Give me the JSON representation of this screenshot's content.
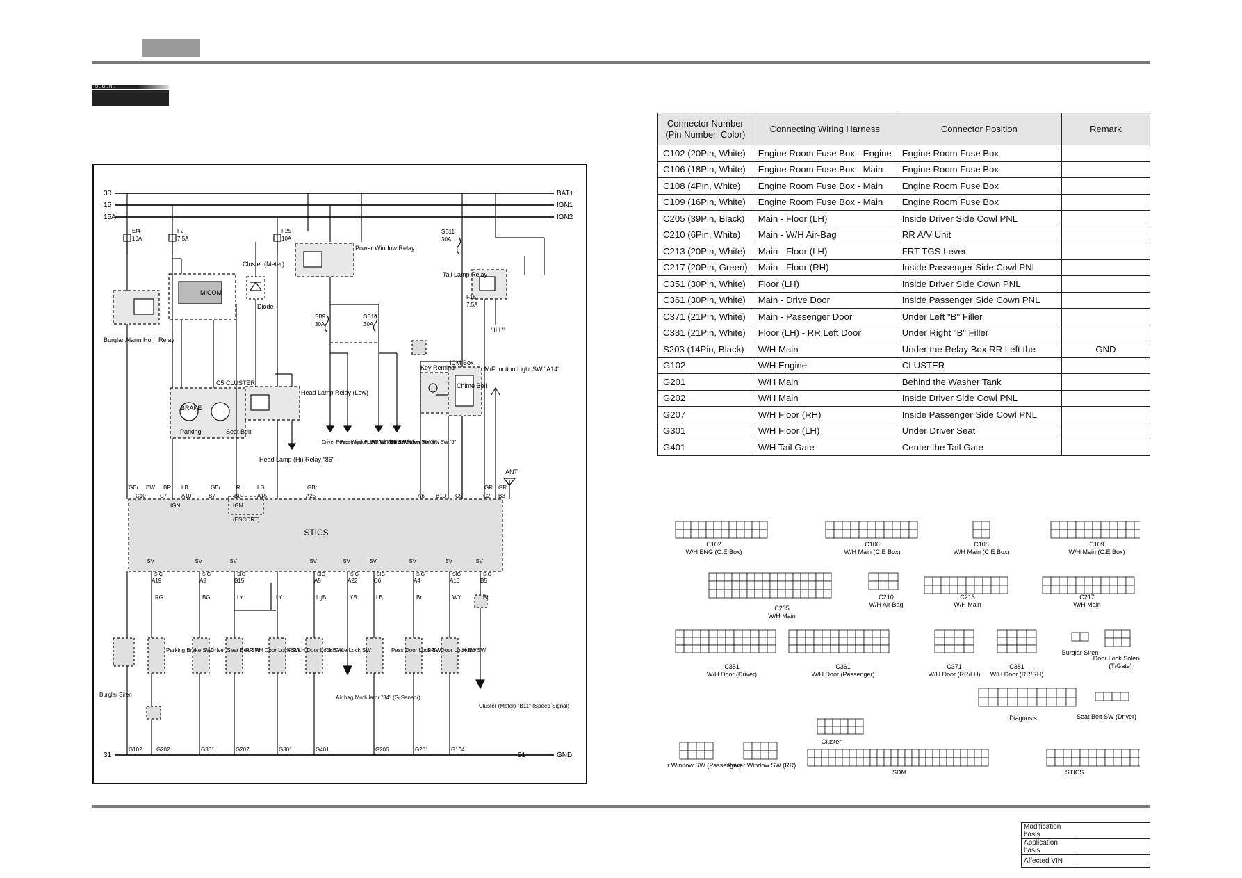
{
  "diagram": {
    "rails": [
      {
        "left": "30",
        "right": "BAT+"
      },
      {
        "left": "15",
        "right": "IGN1"
      },
      {
        "left": "15A",
        "right": "IGN2"
      }
    ],
    "fuses": [
      {
        "name": "Ef4",
        "rating": "10A"
      },
      {
        "name": "F2",
        "rating": "7.5A"
      },
      {
        "name": "F25",
        "rating": "10A"
      },
      {
        "name": "SB11",
        "rating": "30A"
      },
      {
        "name": "F15",
        "rating": "7.5A"
      },
      {
        "name": "SB9",
        "rating": "30A"
      },
      {
        "name": "SB10",
        "rating": "30A"
      }
    ],
    "labels": {
      "cluster_meter": "Cluster (Meter)",
      "micom": "MICOM",
      "power_window_relay": "Power Window Relay",
      "tail_lamp_relay": "Tail Lamp Relay",
      "burglar_alarm_horn_relay": "Burglar Alarm Horn Relay",
      "head_lamp_relay_low": "Head Lamp Relay (Low)",
      "head_lamp_hi_relay": "Head Lamp (Hi) Relay \"86\"",
      "diode": "Diode",
      "key_remind": "Key Remind",
      "icm_box": "ICM Box",
      "chime_bell": "Chime Bell",
      "mfunction_sw": "M/Function Light SW \"A14\"",
      "ill": "\"ILL\"",
      "ant": "ANT",
      "stics": "STICS",
      "ign": "IGN",
      "escort": "(ESCORT)",
      "gnd": "GND",
      "rail31": "31",
      "brake": "BRAKE",
      "parking": "Parking",
      "seat_belt": "Seat Belt",
      "c5_cluster": "C5 CLUSTER"
    },
    "switches": [
      "Driver Power Window SW \"15\" \"16\"",
      "Passenger Power Window SW \"6\"",
      "RR LH Power Window SW \"6\"",
      "RR RH Power Window SW \"6\""
    ],
    "bottom_devices": [
      "Burglar Siren",
      "Parking Brake SW",
      "Driver Seat Belt SW",
      "RR RH Door Lock SW",
      "RR LH Door Lock SW",
      "Tail Gate Lock SW",
      "Air bag Modulator \"34\" (G-Sensor)",
      "Pass Door Lock SW",
      "DRV Door Lock SW",
      "Hood SW",
      "Cluster (Meter) \"B11\" (Speed Signal)"
    ],
    "grounds": [
      "G102",
      "G202",
      "G301",
      "G207",
      "G301",
      "G401",
      "G206",
      "G201",
      "G104"
    ],
    "wire_colors_top": [
      "GBr",
      "BW",
      "BR",
      "LB",
      "GBr",
      "R",
      "LG",
      "GBr",
      "GR",
      "GR"
    ],
    "stics_pins_top": [
      "C10",
      "C7",
      "A10",
      "B7",
      "B9",
      "A15",
      "A25",
      "A6",
      "B10",
      "C5",
      "C2",
      "B3"
    ],
    "stics_pins_bottom": [
      "A19",
      "A8",
      "B15",
      "A5",
      "A22",
      "C6",
      "A4",
      "A16",
      "B5"
    ],
    "wire_colors_bottom": [
      "RG",
      "BG",
      "LY",
      "LY",
      "LgB",
      "YB",
      "LB",
      "Br",
      "WY",
      "Br"
    ],
    "vref": "5V",
    "sig": "SIG"
  },
  "table": {
    "headers": [
      "Connector Number (Pin Number, Color)",
      "Connecting Wiring Harness",
      "Connector Position",
      "Remark"
    ],
    "rows": [
      [
        "C102 (20Pin, White)",
        "Engine Room Fuse Box - Engine",
        "Engine Room Fuse Box",
        ""
      ],
      [
        "C106 (18Pin, White)",
        "Engine Room Fuse Box - Main",
        "Engine Room Fuse Box",
        ""
      ],
      [
        "C108 (4Pin, White)",
        "Engine Room Fuse Box - Main",
        "Engine Room Fuse Box",
        ""
      ],
      [
        "C109 (16Pin, White)",
        "Engine Room Fuse Box - Main",
        "Engine Room Fuse Box",
        ""
      ],
      [
        "C205 (39Pin, Black)",
        "Main - Floor (LH)",
        "Inside Driver Side Cowl PNL",
        ""
      ],
      [
        "C210 (6Pin, White)",
        "Main - W/H Air-Bag",
        "RR A/V Unit",
        ""
      ],
      [
        "C213 (20Pin, White)",
        "Main - Floor (LH)",
        "FRT TGS Lever",
        ""
      ],
      [
        "C217 (20Pin, Green)",
        "Main - Floor (RH)",
        "Inside Passenger Side Cowl PNL",
        ""
      ],
      [
        "C351 (30Pin, White)",
        "Floor (LH)",
        "Inside Driver Side Cown PNL",
        ""
      ],
      [
        "C361 (30Pin, White)",
        "Main - Drive Door",
        "Inside Passenger Side Cown PNL",
        ""
      ],
      [
        "C371 (21Pin, White)",
        "Main - Passenger Door",
        "Under Left \"B\" Filler",
        ""
      ],
      [
        "C381 (21Pin, White)",
        "Floor (LH) - RR Left Door",
        "Under Right \"B\" Filler",
        ""
      ],
      [
        "S203 (14Pin, Black)",
        "W/H Main",
        "Under the Relay Box RR Left the",
        "GND"
      ],
      [
        "G102",
        "W/H Engine",
        "CLUSTER",
        ""
      ],
      [
        "G201",
        "W/H Main",
        "Behind the Washer Tank",
        ""
      ],
      [
        "G202",
        "W/H Main",
        "Inside Driver Side Cowl PNL",
        ""
      ],
      [
        "G207",
        "W/H Floor (RH)",
        "Inside Passenger Side Cowl PNL",
        ""
      ],
      [
        "G301",
        "W/H Floor (LH)",
        "Under Driver Seat",
        ""
      ],
      [
        "G401",
        "W/H Tail Gate",
        "Center the Tail Gate",
        ""
      ]
    ]
  },
  "connectors": [
    {
      "name": "C102",
      "desc": "W/H ENG (C.E Box)"
    },
    {
      "name": "C106",
      "desc": "W/H Main (C.E Box)"
    },
    {
      "name": "C108",
      "desc": "W/H Main (C.E Box)"
    },
    {
      "name": "C109",
      "desc": "W/H Main (C.E Box)"
    },
    {
      "name": "C205",
      "desc": "W/H Main"
    },
    {
      "name": "C210",
      "desc": "W/H Air Bag"
    },
    {
      "name": "C213",
      "desc": "W/H Main"
    },
    {
      "name": "C217",
      "desc": "W/H Main"
    },
    {
      "name": "C351",
      "desc": "W/H Door (Driver)"
    },
    {
      "name": "C361",
      "desc": "W/H Door (Passenger)"
    },
    {
      "name": "C371",
      "desc": "W/H Door (RR/LH)"
    },
    {
      "name": "C381",
      "desc": "W/H Door (RR/RH)"
    },
    {
      "name": "Burglar Siren",
      "desc": ""
    },
    {
      "name": "Door Lock Solenoid",
      "desc": "(T/Gate)"
    },
    {
      "name": "Cluster",
      "desc": ""
    },
    {
      "name": "Diagnosis",
      "desc": ""
    },
    {
      "name": "Seat Belt SW (Driver)",
      "desc": ""
    },
    {
      "name": "Power Window SW (Passenger)",
      "desc": ""
    },
    {
      "name": "Power Window SW (RR)",
      "desc": ""
    },
    {
      "name": "SDM",
      "desc": ""
    },
    {
      "name": "STICS",
      "desc": ""
    }
  ],
  "modification": {
    "rows": [
      "Modification basis",
      "Application basis",
      "Affected VIN"
    ]
  }
}
